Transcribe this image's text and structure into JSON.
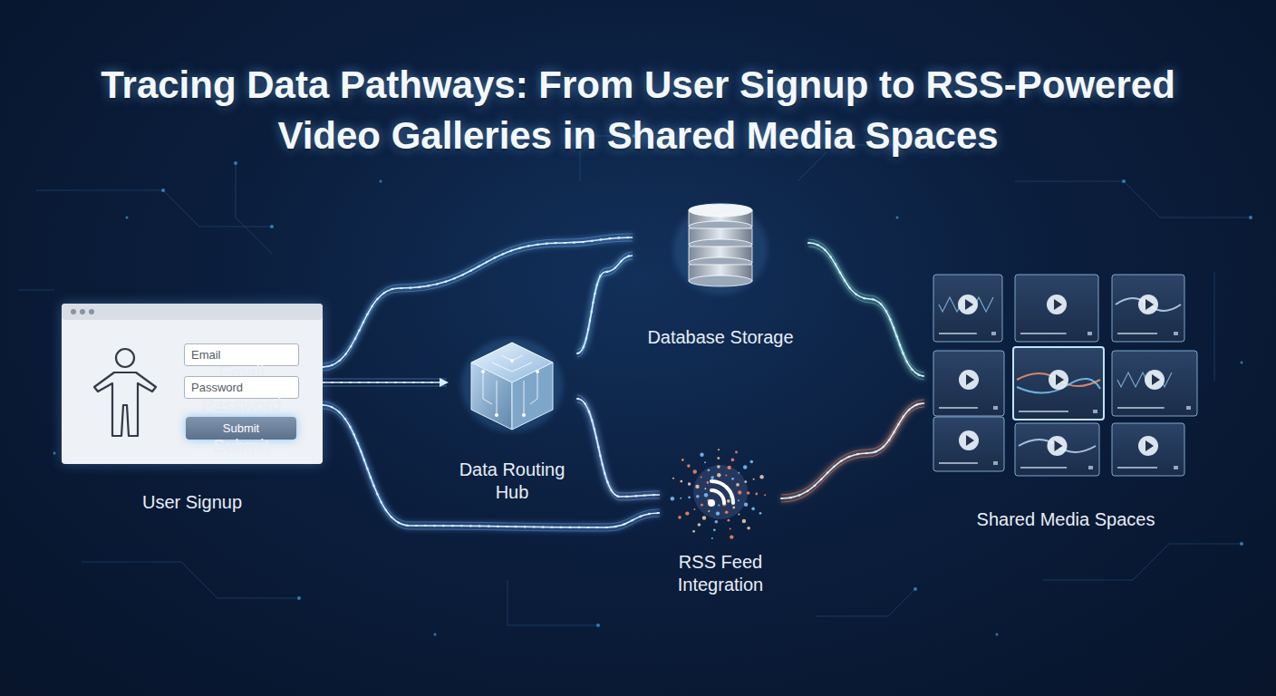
{
  "diagram": {
    "title": "Tracing Data Pathways: From User Signup to RSS-Powered Video Galleries in Shared Media Spaces",
    "nodes": [
      {
        "text": [
          "User Signup"
        ]
      },
      {
        "text": [
          "Email"
        ],
        "in": 0
      },
      {
        "text": [
          "Password"
        ],
        "in": 0
      },
      {
        "text": [
          "Submit"
        ],
        "in": 0
      },
      {
        "text": [
          "Data Routing Hub"
        ]
      },
      {
        "text": [
          "Database Storage"
        ]
      },
      {
        "text": [
          "RSS Feed Integration"
        ]
      },
      {
        "text": [
          "Shared Media Spaces"
        ]
      }
    ],
    "edges": [
      {
        "from": 0,
        "to": 4,
        "arrow": "to"
      },
      {
        "from": 0,
        "to": 5,
        "arrow": "none"
      },
      {
        "from": 4,
        "to": 5,
        "arrow": "none"
      },
      {
        "from": 4,
        "to": 6,
        "arrow": "none"
      },
      {
        "from": 0,
        "to": 6,
        "arrow": "none"
      },
      {
        "from": 5,
        "to": 7,
        "arrow": "none"
      },
      {
        "from": 6,
        "to": 7,
        "arrow": "none"
      }
    ]
  }
}
